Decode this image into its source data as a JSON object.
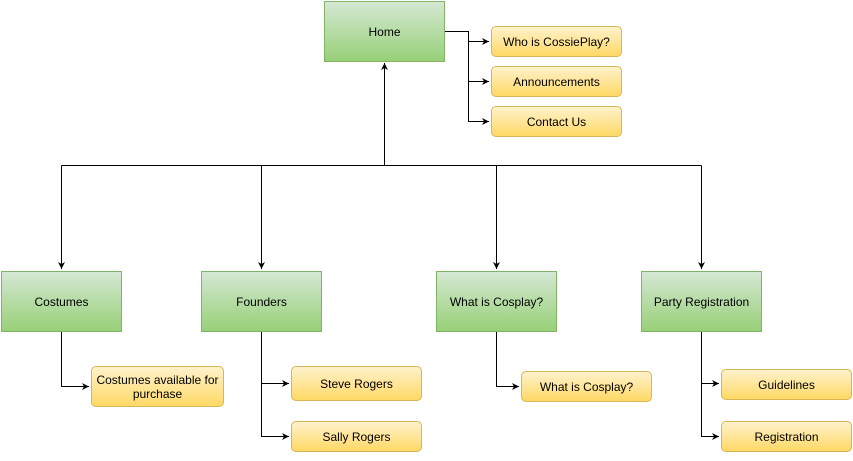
{
  "diagram": {
    "colors": {
      "green_fill_top": "#d5e8d4",
      "green_fill_bottom": "#97d077",
      "green_stroke": "#82b366",
      "yellow_fill_top": "#fff2cc",
      "yellow_fill_bottom": "#ffd966",
      "yellow_stroke": "#d6b656",
      "edge": "#000000"
    },
    "nodes": {
      "home": "Home",
      "who_is": "Who is CossiePlay?",
      "announcements": "Announcements",
      "contact_us": "Contact Us",
      "costumes": "Costumes",
      "founders": "Founders",
      "what_is_cosplay": "What is Cosplay?",
      "party_registration": "Party Registration",
      "costumes_available": "Costumes available for purchase",
      "steve_rogers": "Steve Rogers",
      "sally_rogers": "Sally Rogers",
      "what_is_cosplay_child": "What is Cosplay?",
      "guidelines": "Guidelines",
      "registration": "Registration"
    }
  }
}
